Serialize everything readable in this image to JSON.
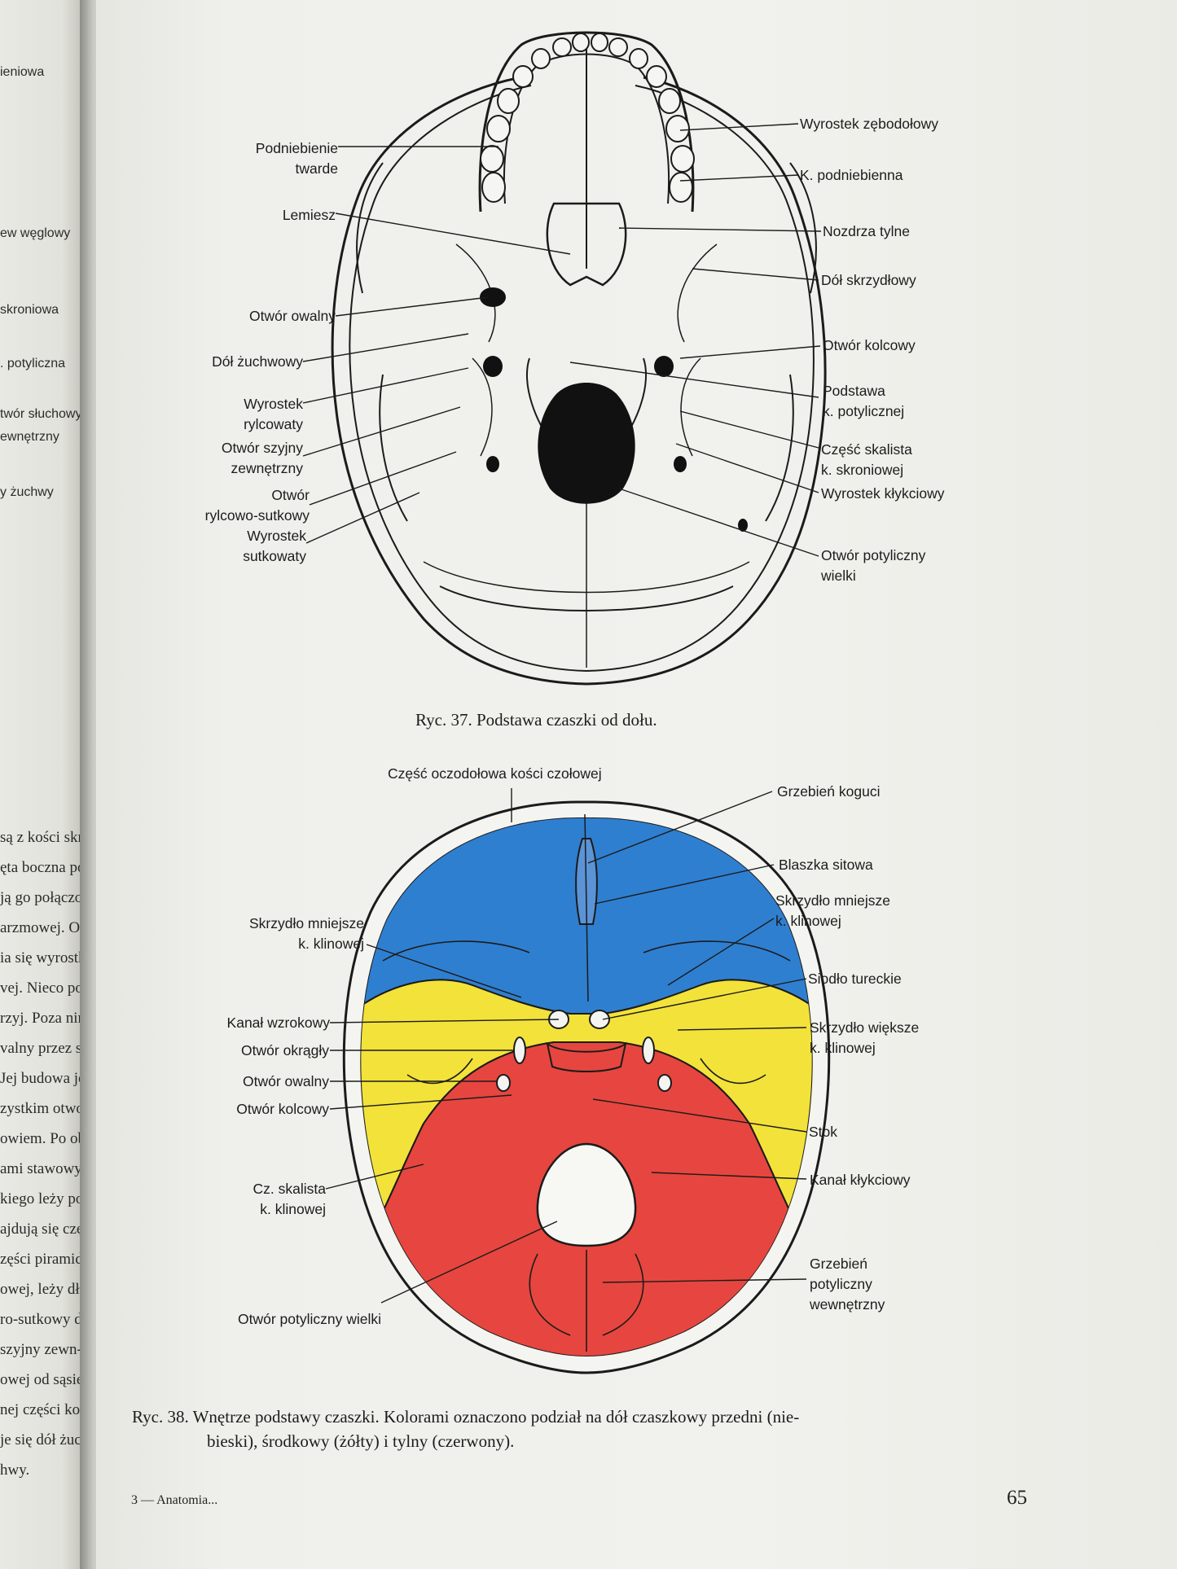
{
  "left_page": {
    "sans_fragments": [
      "ieniowa",
      "ew węglowy",
      "skroniowa",
      ". potyliczna",
      "twór słuchowy",
      "ewnętrzny",
      "y żuchwy"
    ],
    "serif_fragments": [
      "są z kości skro-",
      "ęta boczna po-",
      "ją go połączone",
      "arzmowej. Od",
      "ia się wyrostki",
      "vej. Nieco poni-",
      "rzyj. Poza nim",
      "valny przez skó-",
      "Jej budowa jest",
      "zystkim otwor",
      "owiem. Po obu",
      "ami stawowym",
      "kiego leży pod",
      "ajdują się części",
      "zęści piramidy",
      "owej, leży dłu",
      "ro-sutkowy dl",
      "szyjny zewn-",
      "owej od sąsied",
      "nej części kości",
      "je się dół żuchw",
      "hwy."
    ]
  },
  "figure37": {
    "labels_left": [
      [
        "Podniebienie",
        "twarde"
      ],
      [
        "Lemiesz"
      ],
      [
        "Otwór owalny"
      ],
      [
        "Dół żuchwowy"
      ],
      [
        "Wyrostek",
        "rylcowaty"
      ],
      [
        "Otwór szyjny",
        "zewnętrzny"
      ],
      [
        "Otwór",
        "rylcowo-sutkowy"
      ],
      [
        "Wyrostek",
        "sutkowaty"
      ]
    ],
    "labels_right": [
      [
        "Wyrostek zębodołowy"
      ],
      [
        "K. podniebienna"
      ],
      [
        "Nozdrza tylne"
      ],
      [
        "Dół skrzydłowy"
      ],
      [
        "Otwór kolcowy"
      ],
      [
        "Podstawa",
        "k. potylicznej"
      ],
      [
        "Część skalista",
        "k. skroniowej"
      ],
      [
        "Wyrostek kłykciowy"
      ],
      [
        "Otwór potyliczny",
        "wielki"
      ]
    ],
    "caption": "Ryc. 37. Podstawa czaszki od dołu."
  },
  "figure38": {
    "label_top": [
      "Część oczodołowa kości czołowej"
    ],
    "labels_left": [
      [
        "Skrzydło mniejsze",
        "k. klinowej"
      ],
      [
        "Kanał wzrokowy"
      ],
      [
        "Otwór okrągły"
      ],
      [
        "Otwór owalny"
      ],
      [
        "Otwór kolcowy"
      ],
      [
        "Cz. skalista",
        "k. klinowej"
      ],
      [
        "Otwór potyliczny wielki"
      ]
    ],
    "labels_right": [
      [
        "Grzebień koguci"
      ],
      [
        "Blaszka sitowa"
      ],
      [
        "Skrzydło mniejsze",
        "k. klinowej"
      ],
      [
        "Siodło tureckie"
      ],
      [
        "Skrzydło większe",
        "k. klinowej"
      ],
      [
        "Stok"
      ],
      [
        "Kanał kłykciowy"
      ],
      [
        "Grzebień",
        "potyliczny",
        "wewnętrzny"
      ]
    ],
    "caption_line1": "Ryc. 38. Wnętrze podstawy czaszki. Kolorami oznaczono podział na dół czaszkowy przedni (nie-",
    "caption_line2": "bieski), środkowy (żółty) i tylny (czerwony).",
    "colors": {
      "anterior": "#2f7fd0",
      "middle": "#f3e23a",
      "posterior": "#e6463f"
    }
  },
  "footer": {
    "left": "3 — Anatomia...",
    "page_number": "65"
  }
}
